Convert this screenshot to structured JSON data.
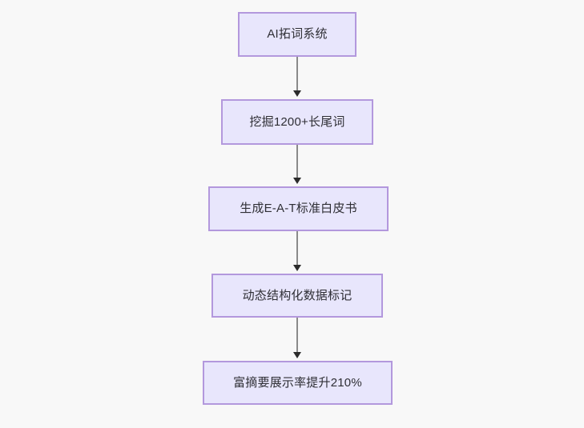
{
  "diagram": {
    "type": "flowchart",
    "direction": "top-to-bottom",
    "background_color": "#f8f8f8",
    "node_fill_color": "#e8e6fc",
    "node_border_color": "#b398dd",
    "node_text_color": "#2f2f35",
    "edge_color": "#8a8a8a",
    "arrowhead_color": "#2b2b2b",
    "nodes": [
      {
        "id": "node-1",
        "label": "AI拓词系统"
      },
      {
        "id": "node-2",
        "label": "挖掘1200+长尾词"
      },
      {
        "id": "node-3",
        "label": "生成E-A-T标准白皮书"
      },
      {
        "id": "node-4",
        "label": "动态结构化数据标记"
      },
      {
        "id": "node-5",
        "label": "富摘要展示率提升210%"
      }
    ],
    "edges": [
      {
        "id": "edge-1",
        "from": "node-1",
        "to": "node-2"
      },
      {
        "id": "edge-2",
        "from": "node-2",
        "to": "node-3"
      },
      {
        "id": "edge-3",
        "from": "node-3",
        "to": "node-4"
      },
      {
        "id": "edge-4",
        "from": "node-4",
        "to": "node-5"
      }
    ]
  }
}
